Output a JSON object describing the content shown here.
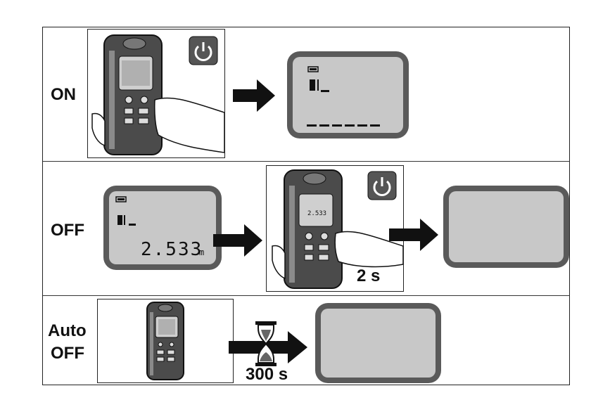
{
  "rows": {
    "on": {
      "label": "ON"
    },
    "off": {
      "label": "OFF",
      "hold_time": "2 s",
      "display": {
        "value": "2.533",
        "unit": "m"
      }
    },
    "auto_off": {
      "label_line1": "Auto",
      "label_line2": "OFF",
      "timeout": "300 s"
    }
  },
  "icons": {
    "power": "power-icon",
    "arrow": "arrow-right-icon",
    "hourglass": "hourglass-icon",
    "battery": "battery-icon",
    "reference": "measurement-reference-icon"
  },
  "colors": {
    "lcd": "#c8c8c8",
    "bezel": "#5a5a5a",
    "device": "#4a4a4a",
    "accent": "#6a6a6a"
  }
}
